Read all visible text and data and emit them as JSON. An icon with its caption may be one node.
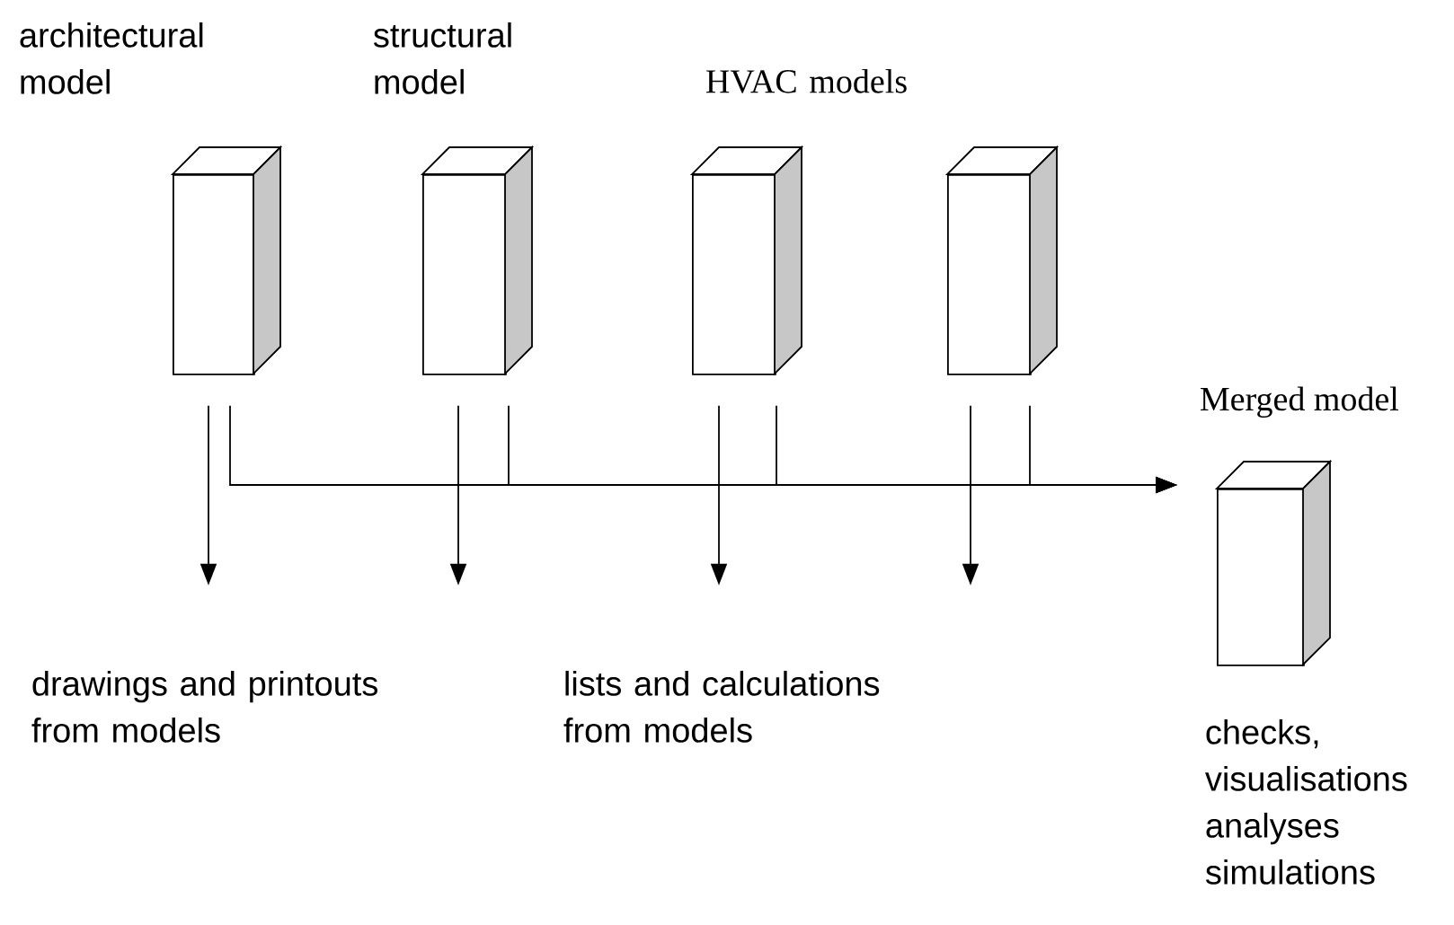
{
  "diagram": {
    "nodes": [
      {
        "text": [],
        "shape": "box",
        "beside": [
          "architectural model"
        ]
      },
      {
        "text": [],
        "shape": "box",
        "beside": [
          "structural model"
        ]
      },
      {
        "text": [],
        "shape": "box"
      },
      {
        "text": [],
        "shape": "box"
      },
      {
        "text": [],
        "shape": "box",
        "beside": [
          "Merged model",
          "checks, visualisations analyses simulations"
        ]
      }
    ],
    "edges": [
      {
        "from": 0,
        "to": null,
        "arrow": "to"
      },
      {
        "from": 1,
        "to": null,
        "arrow": "to"
      },
      {
        "from": 2,
        "to": null,
        "arrow": "to"
      },
      {
        "from": 3,
        "to": null,
        "arrow": "to"
      },
      {
        "from": 0,
        "to": 4,
        "arrow": "to"
      },
      {
        "from": 1,
        "to": 4,
        "arrow": "to"
      },
      {
        "from": 2,
        "to": 4,
        "arrow": "to"
      },
      {
        "from": 3,
        "to": 4,
        "arrow": "to"
      }
    ],
    "labels": [
      "HVAC models",
      "drawings and printouts from models",
      "lists and calculations from models"
    ]
  }
}
